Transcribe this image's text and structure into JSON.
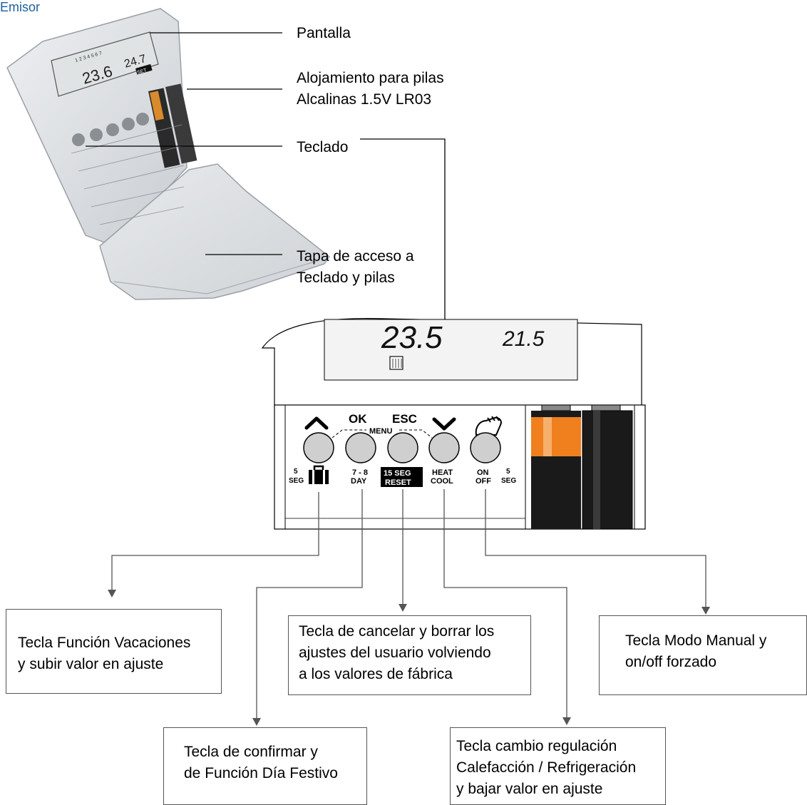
{
  "title": "Emisor",
  "callouts": {
    "pantalla": "Pantalla",
    "alojamiento": "Alojamiento para pilas\nAlcalinas 1.5V LR03",
    "teclado": "Teclado",
    "tapa": "Tapa de acceso a\nTeclado y pilas"
  },
  "device_photo": {
    "lcd_main": "23.6",
    "lcd_set": "24.7",
    "lcd_set_tag": "SET",
    "lcd_days": "1 2 3 4 5 6 7"
  },
  "panel": {
    "lcd_digits_left": "23.5",
    "lcd_digits_right": "21.5",
    "key_labels_top": {
      "ok": "OK",
      "esc": "ESC",
      "menu": "MENU"
    },
    "keys": [
      {
        "name": "up",
        "top_icon": "chevron-up",
        "bottom_a": "5",
        "bottom_b": "SEG"
      },
      {
        "name": "ok",
        "bottom_a": "7 - 8",
        "bottom_b": "DAY"
      },
      {
        "name": "esc",
        "bottom_a": "15 SEG",
        "bottom_b": "RESET"
      },
      {
        "name": "down",
        "top_icon": "chevron-down",
        "bottom_a": "HEAT",
        "bottom_b": "COOL"
      },
      {
        "name": "manual",
        "top_icon": "hand",
        "bottom_a": "ON",
        "bottom_b": "OFF",
        "bottom_c": "5",
        "bottom_d": "SEG"
      }
    ],
    "battery_colors": {
      "orange": "#f07f1e",
      "black": "#1a1a1a"
    }
  },
  "descriptions": {
    "vacaciones": "Tecla Función Vacaciones\ny subir valor en ajuste",
    "cancelar": "Tecla de cancelar y borrar los\najustes del usuario volviendo\na los valores de fábrica",
    "manual": "Tecla Modo Manual y\non/off forzado",
    "confirmar": "Tecla de confirmar y\n de Función Día Festivo",
    "regulacion": "Tecla cambio regulación\nCalefacción / Refrigeración\n y bajar valor en ajuste"
  }
}
